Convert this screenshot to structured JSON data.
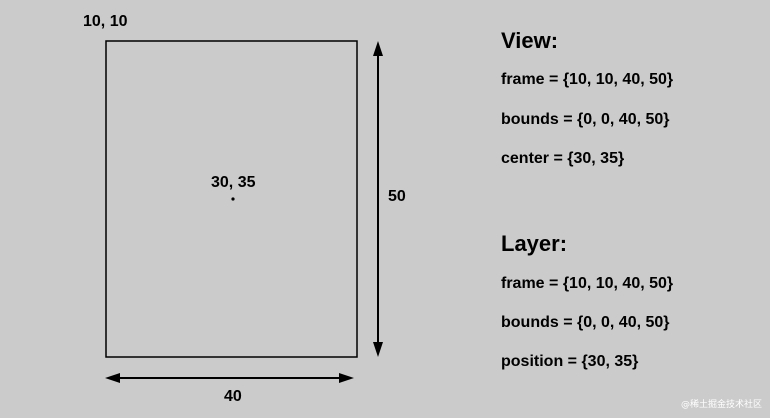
{
  "diagram": {
    "origin_label": "10, 10",
    "center_label": "30, 35",
    "height_label": "50",
    "width_label": "40"
  },
  "view": {
    "title": "View:",
    "frame": "frame = {10, 10, 40, 50}",
    "bounds": "bounds = {0, 0, 40, 50}",
    "center": "center = {30, 35}"
  },
  "layer": {
    "title": "Layer:",
    "frame": "frame = {10, 10, 40, 50}",
    "bounds": "bounds = {0, 0, 40, 50}",
    "position": "position = {30, 35}"
  },
  "watermark": "@稀土掘金技术社区"
}
